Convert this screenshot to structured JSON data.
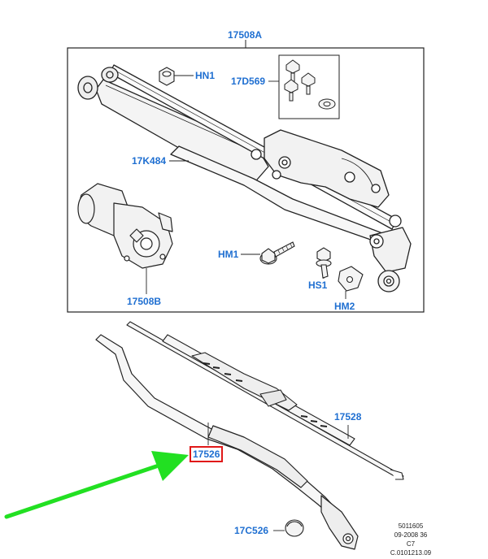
{
  "diagram": {
    "callouts": {
      "assembly": "17508A",
      "nut": "HN1",
      "bolt_kit": "17D569",
      "linkage": "17K484",
      "motor": "17508B",
      "mount_bolt": "HM1",
      "screw": "HS1",
      "clip": "HM2",
      "blade": "17528",
      "arm": "17526",
      "cap": "17C526"
    },
    "reference": {
      "line1": "5011605",
      "line2": "09-2008 36",
      "line3": "C7",
      "line4": "C.0101213.09"
    },
    "colors": {
      "callout": "#1f6fd1",
      "highlight_box": "#e01818",
      "arrow": "#22e022",
      "line_art": "#222222"
    }
  }
}
